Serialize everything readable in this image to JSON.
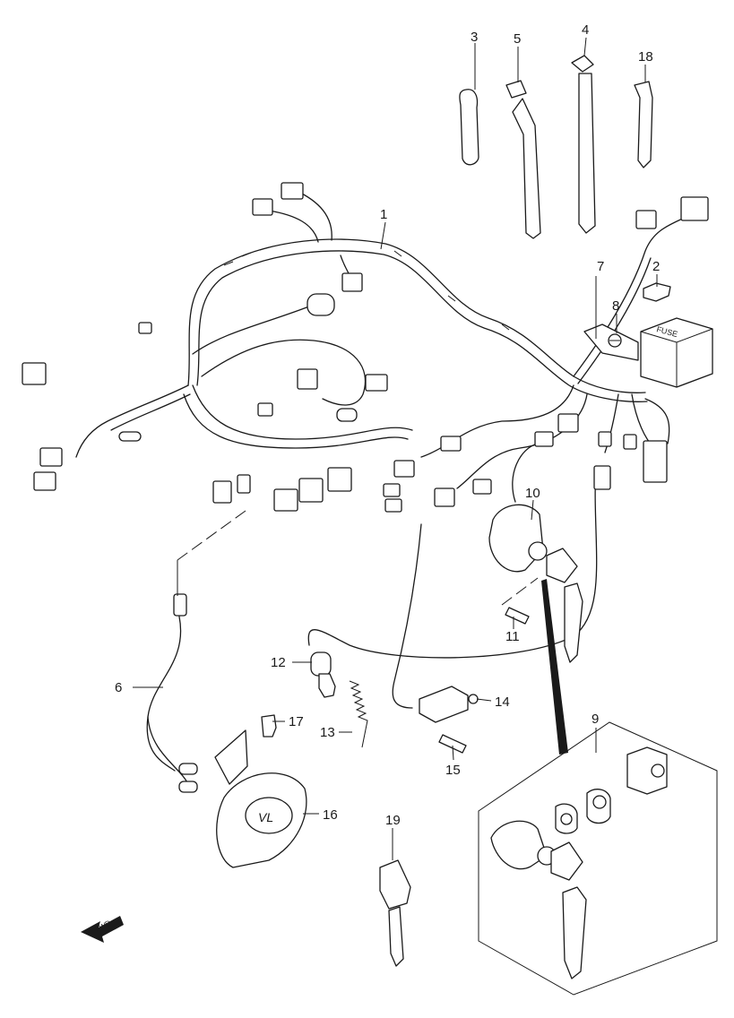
{
  "diagram": {
    "callouts": [
      {
        "id": "1",
        "name": "callout-1"
      },
      {
        "id": "2",
        "name": "callout-2"
      },
      {
        "id": "3",
        "name": "callout-3"
      },
      {
        "id": "4",
        "name": "callout-4"
      },
      {
        "id": "5",
        "name": "callout-5"
      },
      {
        "id": "6",
        "name": "callout-6"
      },
      {
        "id": "7",
        "name": "callout-7"
      },
      {
        "id": "8",
        "name": "callout-8"
      },
      {
        "id": "9",
        "name": "callout-9"
      },
      {
        "id": "10",
        "name": "callout-10"
      },
      {
        "id": "11",
        "name": "callout-11"
      },
      {
        "id": "12",
        "name": "callout-12"
      },
      {
        "id": "13",
        "name": "callout-13"
      },
      {
        "id": "14",
        "name": "callout-14"
      },
      {
        "id": "15",
        "name": "callout-15"
      },
      {
        "id": "16",
        "name": "callout-16"
      },
      {
        "id": "17",
        "name": "callout-17"
      },
      {
        "id": "18",
        "name": "callout-18"
      },
      {
        "id": "19",
        "name": "callout-19"
      }
    ],
    "fuse_box_label": "FUSE",
    "horn_label": "VL",
    "direction_arrow_label": "FWD"
  }
}
